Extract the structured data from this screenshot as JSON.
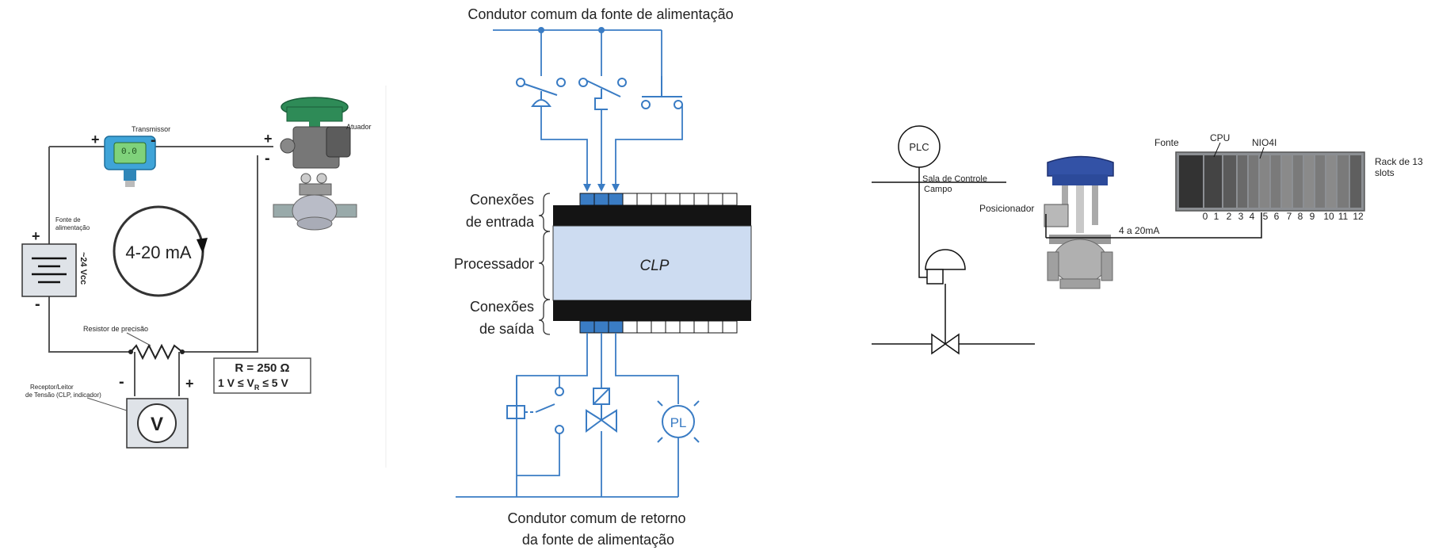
{
  "panel1": {
    "transmitter_label": "Transmissor",
    "actuator_label": "Atuador",
    "supply_label_1": "Fonte de",
    "supply_label_2": "alimentação",
    "supply_voltage": "~24 Vcc",
    "loop_label": "4-20 mA",
    "resistor_label": "Resistor de precisão",
    "receiver_label_1": "Receptor/Leitor",
    "receiver_label_2": "de Tensão (CLP, indicador)",
    "meter_symbol": "V",
    "formula_1": "R = 250 Ω",
    "formula_2_a": "1 V ≤ V",
    "formula_2_sub": "R",
    "formula_2_b": " ≤ 5 V",
    "display_text": "0.0",
    "plus": "+",
    "minus": "-"
  },
  "panel2": {
    "top_title": "Condutor comum da fonte de alimentação",
    "input_label_1": "Conexões",
    "input_label_2": "de entrada",
    "processor_label": "Processador",
    "output_label_1": "Conexões",
    "output_label_2": "de saída",
    "clp_label": "CLP",
    "pilot_lamp": "PL",
    "bottom_title_1": "Condutor comum de retorno",
    "bottom_title_2": "da fonte de alimentação"
  },
  "panel3": {
    "plc": "PLC",
    "control_room": "Sala de Controle",
    "field": "Campo",
    "positioner": "Posicionador",
    "signal": "4 a 20mA",
    "fonte": "Fonte",
    "cpu": "CPU",
    "nio4i": "NIO4I",
    "rack_1": "Rack de 13",
    "rack_2": "slots",
    "slots": [
      "0",
      "1",
      "2",
      "3",
      "4",
      "5",
      "6",
      "7",
      "8",
      "9",
      "10",
      "11",
      "12"
    ]
  },
  "colors": {
    "blue": "#3a7cc4",
    "dark": "#1a1a1a",
    "fill_blue": "#cddcf1"
  }
}
